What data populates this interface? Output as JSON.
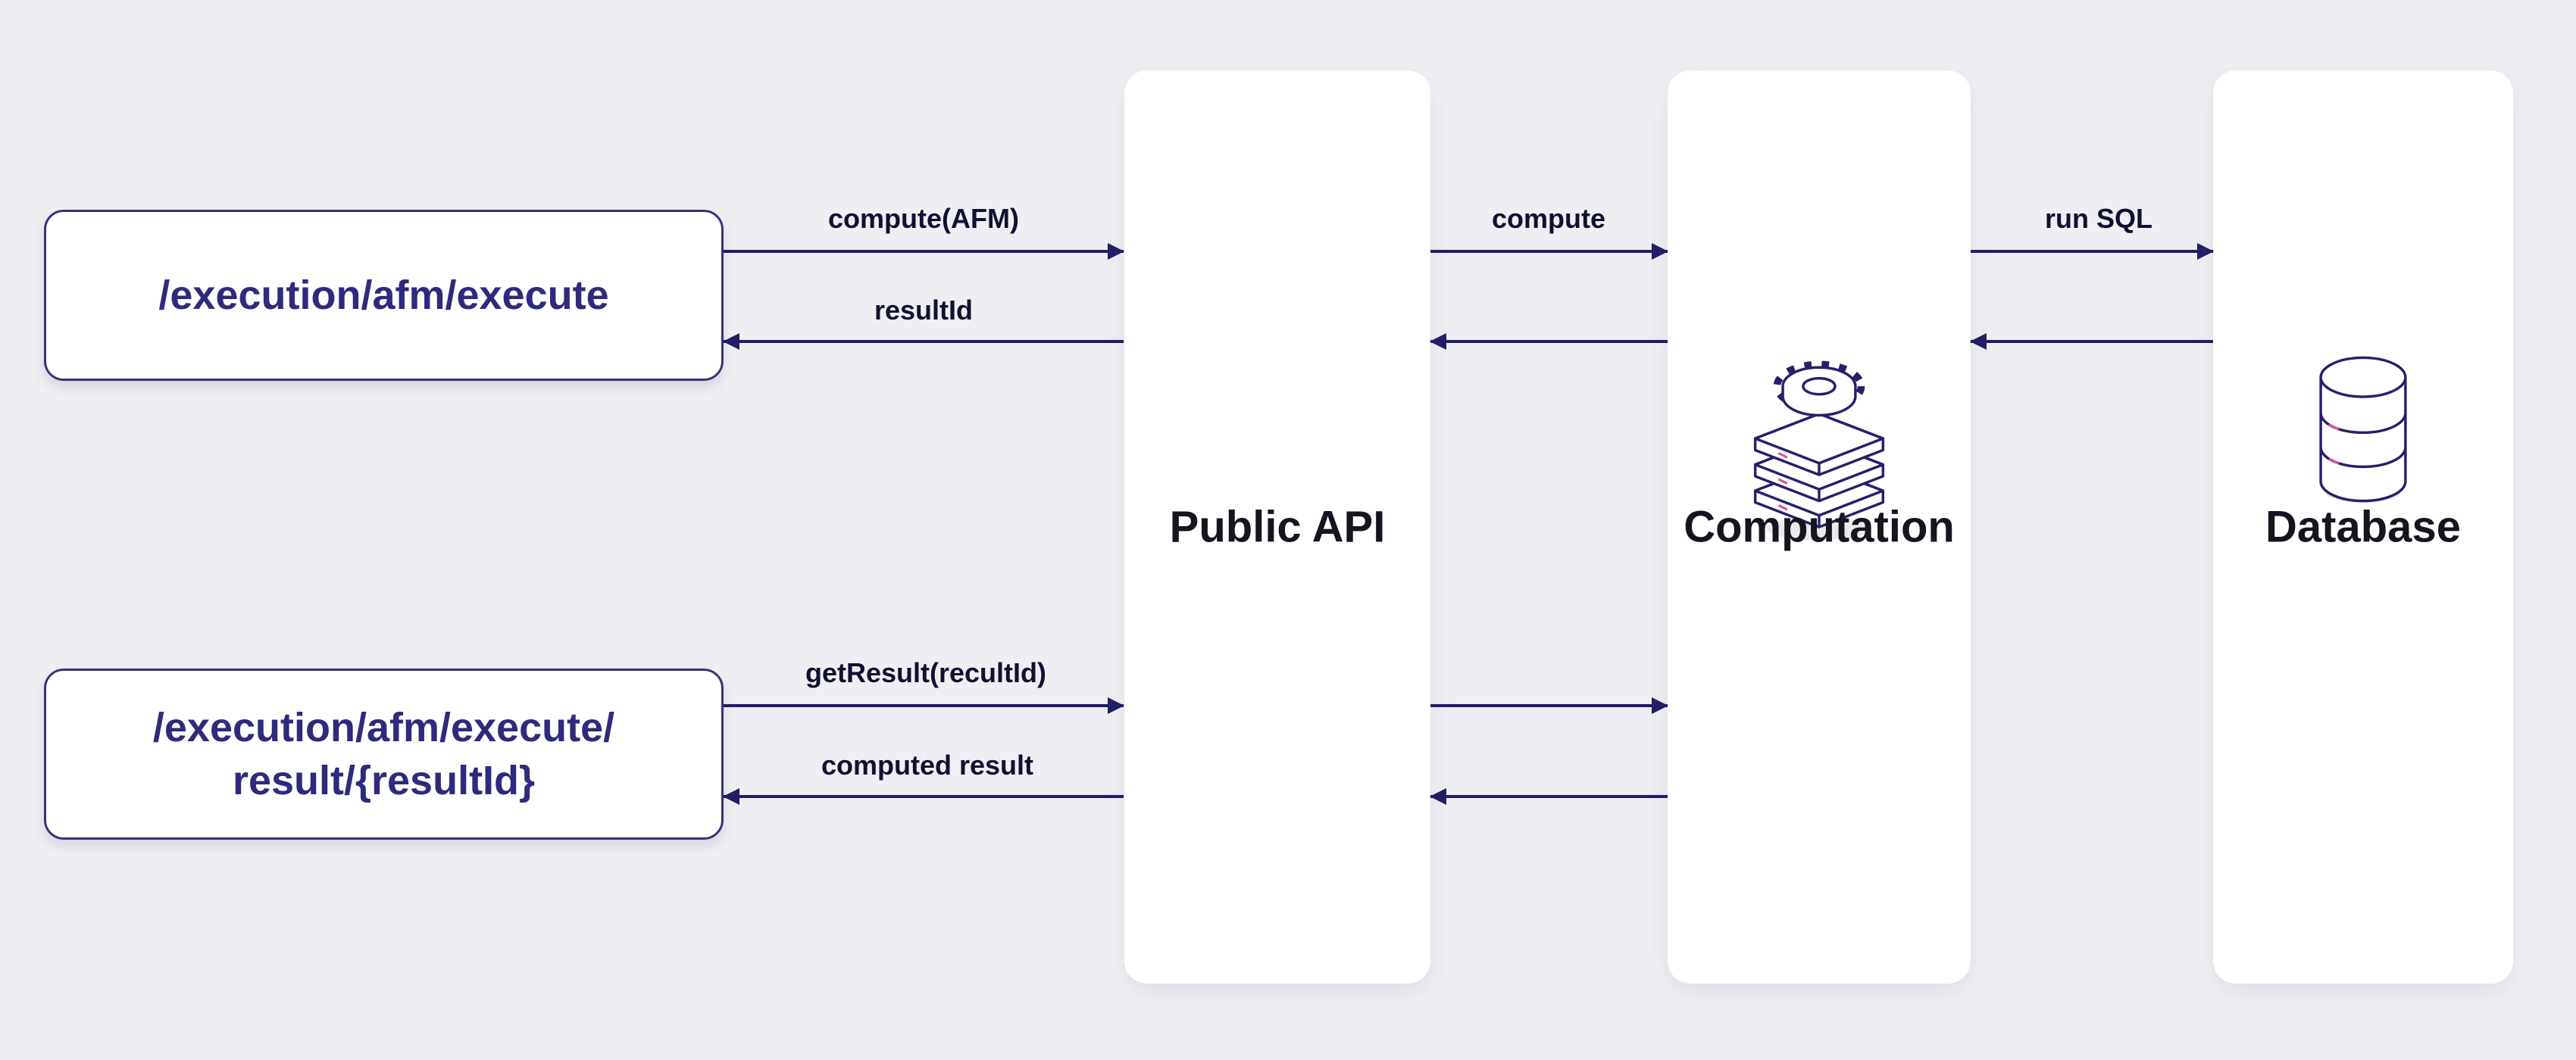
{
  "diagram": {
    "endpoints": {
      "execute": {
        "label": "/execution/afm/execute"
      },
      "result": {
        "line1": "/execution/afm/execute/",
        "line2": "result/{resultId}"
      }
    },
    "columns": {
      "public_api": {
        "title": "Public API"
      },
      "computation": {
        "title": "Computation",
        "icon": "computation-stack-icon"
      },
      "database": {
        "title": "Database",
        "icon": "database-icon"
      }
    },
    "arrow_labels": {
      "compute_afm": "compute(AFM)",
      "result_id": "resultId",
      "compute": "compute",
      "run_sql": "run SQL",
      "get_result": "getResult(recultId)",
      "computed_result": "computed result"
    },
    "colors": {
      "background": "#efeff3",
      "arrow": "#221d66",
      "endpoint_text": "#2e2a7e",
      "endpoint_border": "#39337c",
      "title_text": "#15151f",
      "label_text": "#101031",
      "accent_pink": "#d9539b",
      "card_background": "#ffffff"
    }
  }
}
